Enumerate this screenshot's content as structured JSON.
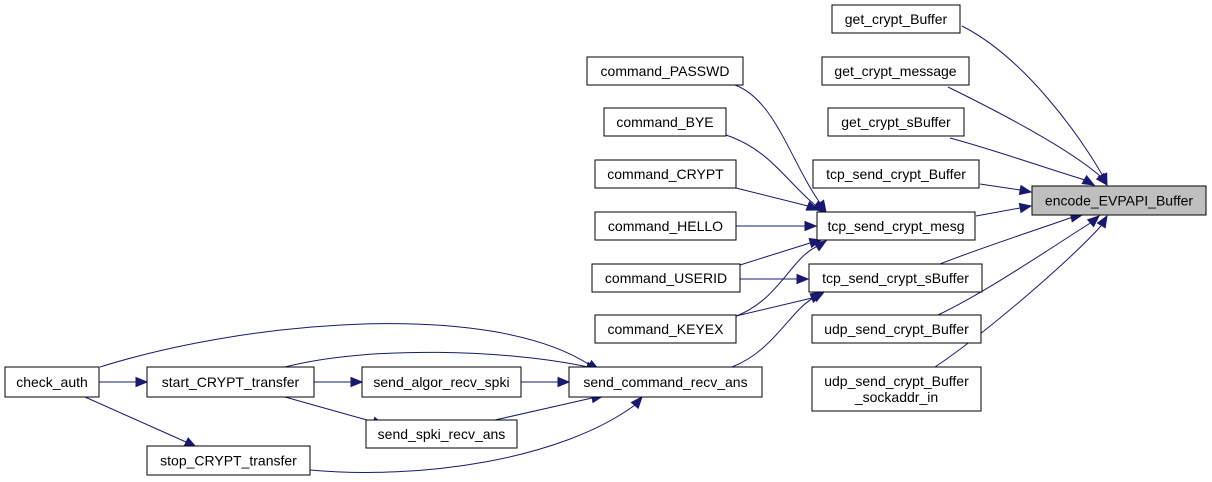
{
  "diagram": {
    "type": "call-graph",
    "edge_color": "#191970",
    "focus_fill": "#bfbfbf",
    "nodes": [
      {
        "id": "encode",
        "label": "encode_EVPAPI_Buffer",
        "focus": true
      },
      {
        "id": "get_crypt_Buffer",
        "label": "get_crypt_Buffer"
      },
      {
        "id": "get_crypt_message",
        "label": "get_crypt_message"
      },
      {
        "id": "get_crypt_sBuffer",
        "label": "get_crypt_sBuffer"
      },
      {
        "id": "tcp_send_crypt_Buffer",
        "label": "tcp_send_crypt_Buffer"
      },
      {
        "id": "tcp_send_crypt_mesg",
        "label": "tcp_send_crypt_mesg"
      },
      {
        "id": "tcp_send_crypt_sBuffer",
        "label": "tcp_send_crypt_sBuffer"
      },
      {
        "id": "udp_send_crypt_Buffer",
        "label": "udp_send_crypt_Buffer"
      },
      {
        "id": "udp_send_crypt_Buffer_sockaddr_in",
        "label": [
          "udp_send_crypt_Buffer",
          "_sockaddr_in"
        ]
      },
      {
        "id": "command_PASSWD",
        "label": "command_PASSWD"
      },
      {
        "id": "command_BYE",
        "label": "command_BYE"
      },
      {
        "id": "command_CRYPT",
        "label": "command_CRYPT"
      },
      {
        "id": "command_HELLO",
        "label": "command_HELLO"
      },
      {
        "id": "command_USERID",
        "label": "command_USERID"
      },
      {
        "id": "command_KEYEX",
        "label": "command_KEYEX"
      },
      {
        "id": "send_command_recv_ans",
        "label": "send_command_recv_ans"
      },
      {
        "id": "send_algor_recv_spki",
        "label": "send_algor_recv_spki"
      },
      {
        "id": "send_spki_recv_ans",
        "label": "send_spki_recv_ans"
      },
      {
        "id": "start_CRYPT_transfer",
        "label": "start_CRYPT_transfer"
      },
      {
        "id": "stop_CRYPT_transfer",
        "label": "stop_CRYPT_transfer"
      },
      {
        "id": "check_auth",
        "label": "check_auth"
      }
    ],
    "edges": [
      {
        "from": "get_crypt_Buffer",
        "to": "encode"
      },
      {
        "from": "get_crypt_message",
        "to": "encode"
      },
      {
        "from": "get_crypt_sBuffer",
        "to": "encode"
      },
      {
        "from": "tcp_send_crypt_Buffer",
        "to": "encode"
      },
      {
        "from": "tcp_send_crypt_mesg",
        "to": "encode"
      },
      {
        "from": "tcp_send_crypt_sBuffer",
        "to": "encode"
      },
      {
        "from": "udp_send_crypt_Buffer",
        "to": "encode"
      },
      {
        "from": "udp_send_crypt_Buffer_sockaddr_in",
        "to": "encode"
      },
      {
        "from": "command_PASSWD",
        "to": "tcp_send_crypt_mesg"
      },
      {
        "from": "command_BYE",
        "to": "tcp_send_crypt_mesg"
      },
      {
        "from": "command_CRYPT",
        "to": "tcp_send_crypt_mesg"
      },
      {
        "from": "command_HELLO",
        "to": "tcp_send_crypt_mesg"
      },
      {
        "from": "command_USERID",
        "to": "tcp_send_crypt_mesg"
      },
      {
        "from": "command_KEYEX",
        "to": "tcp_send_crypt_mesg"
      },
      {
        "from": "command_USERID",
        "to": "tcp_send_crypt_sBuffer"
      },
      {
        "from": "command_KEYEX",
        "to": "tcp_send_crypt_sBuffer"
      },
      {
        "from": "send_command_recv_ans",
        "to": "tcp_send_crypt_sBuffer"
      },
      {
        "from": "send_algor_recv_spki",
        "to": "send_command_recv_ans"
      },
      {
        "from": "send_spki_recv_ans",
        "to": "send_command_recv_ans"
      },
      {
        "from": "start_CRYPT_transfer",
        "to": "send_command_recv_ans"
      },
      {
        "from": "stop_CRYPT_transfer",
        "to": "send_command_recv_ans"
      },
      {
        "from": "check_auth",
        "to": "send_command_recv_ans"
      },
      {
        "from": "start_CRYPT_transfer",
        "to": "send_algor_recv_spki"
      },
      {
        "from": "start_CRYPT_transfer",
        "to": "send_spki_recv_ans"
      },
      {
        "from": "check_auth",
        "to": "start_CRYPT_transfer"
      },
      {
        "from": "check_auth",
        "to": "stop_CRYPT_transfer"
      }
    ]
  }
}
